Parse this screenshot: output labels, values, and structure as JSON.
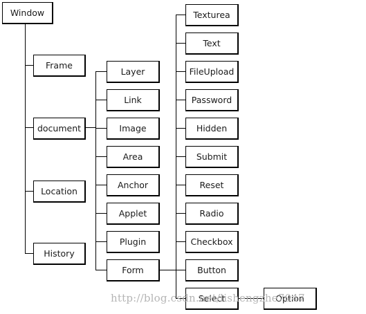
{
  "diagram": {
    "nodes": {
      "window": "Window",
      "frame": "Frame",
      "document": "document",
      "location": "Location",
      "history": "History",
      "layer": "Layer",
      "link": "Link",
      "image": "Image",
      "area": "Area",
      "anchor": "Anchor",
      "applet": "Applet",
      "plugin": "Plugin",
      "form": "Form",
      "texturea": "Texturea",
      "text": "Text",
      "fileupload": "FileUpload",
      "password": "Password",
      "hidden": "Hidden",
      "submit": "Submit",
      "reset": "Reset",
      "radio": "Radio",
      "checkbox": "Checkbox",
      "button": "Button",
      "select": "Select",
      "option": "Option"
    },
    "hierarchy": [
      {
        "parent": "Window",
        "children": [
          "Frame",
          "document",
          "Location",
          "History"
        ]
      },
      {
        "parent": "document",
        "children": [
          "Layer",
          "Link",
          "Image",
          "Area",
          "Anchor",
          "Applet",
          "Plugin",
          "Form"
        ]
      },
      {
        "parent": "Form",
        "children": [
          "Texturea",
          "Text",
          "FileUpload",
          "Password",
          "Hidden",
          "Submit",
          "Reset",
          "Radio",
          "Checkbox",
          "Button",
          "Select"
        ]
      },
      {
        "parent": "Select",
        "children": [
          "Option"
        ]
      }
    ]
  },
  "watermark": {
    "text": "http://blog.csdn.net/lishengzhe7047"
  }
}
